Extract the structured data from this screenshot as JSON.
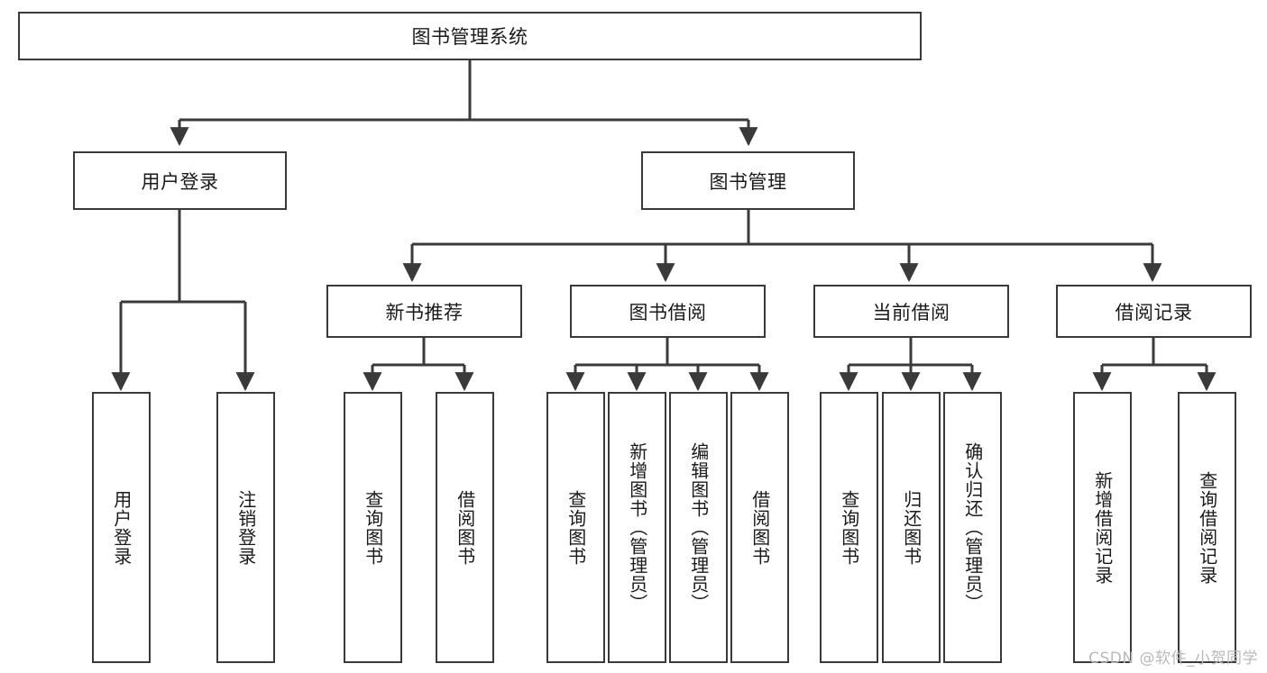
{
  "diagram": {
    "type": "tree-hierarchy",
    "title": "图书管理系统",
    "root": {
      "label": "图书管理系统"
    },
    "level2": [
      {
        "label": "用户登录"
      },
      {
        "label": "图书管理"
      }
    ],
    "level3": [
      {
        "label": "新书推荐"
      },
      {
        "label": "图书借阅"
      },
      {
        "label": "当前借阅"
      },
      {
        "label": "借阅记录"
      }
    ],
    "leaves": {
      "user_login": [
        {
          "label": "用户登录"
        },
        {
          "label": "注销登录"
        }
      ],
      "new_book_recommend": [
        {
          "label": "查询图书"
        },
        {
          "label": "借阅图书"
        }
      ],
      "book_borrow": [
        {
          "label": "查询图书"
        },
        {
          "label": "新增图书（管理员）"
        },
        {
          "label": "编辑图书（管理员）"
        },
        {
          "label": "借阅图书"
        }
      ],
      "current_borrow": [
        {
          "label": "查询图书"
        },
        {
          "label": "归还图书"
        },
        {
          "label": "确认归还（管理员）"
        }
      ],
      "borrow_record": [
        {
          "label": "新增借阅记录"
        },
        {
          "label": "查询借阅记录"
        }
      ]
    }
  },
  "watermark": {
    "text": "CSDN @软件_小贺同学"
  },
  "colors": {
    "stroke": "#3a3a3a",
    "background": "#ffffff",
    "text": "#1a1a1a",
    "watermark": "#b9b9b9"
  }
}
